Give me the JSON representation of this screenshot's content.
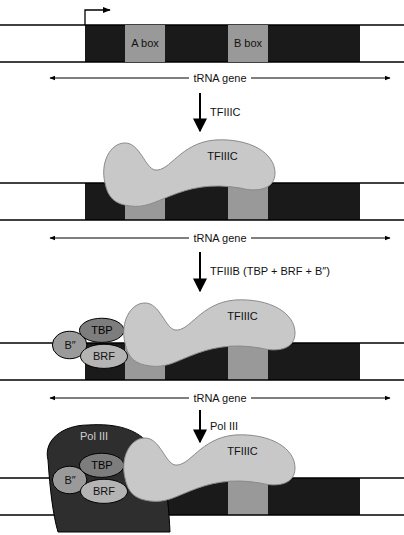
{
  "diagram": {
    "nodes": [
      {
        "text": [
          "A box"
        ]
      },
      {
        "text": [
          "B box"
        ]
      },
      {
        "text": [
          "TFIIIC"
        ]
      },
      {
        "text": [
          "B″"
        ]
      },
      {
        "text": [
          "TBP"
        ]
      },
      {
        "text": [
          "BRF"
        ]
      },
      {
        "text": [
          "TFIIIC"
        ]
      },
      {
        "text": [
          "Pol III"
        ]
      },
      {
        "text": [
          "B″"
        ],
        "in": 7
      },
      {
        "text": [
          "TBP"
        ],
        "in": 7
      },
      {
        "text": [
          "BRF"
        ],
        "in": 7
      },
      {
        "text": [
          "TFIIIC"
        ]
      }
    ],
    "labels": [
      "tRNA gene",
      "TFIIIC",
      "tRNA gene",
      "TFIIIB (TBP + BRF + B″)",
      "tRNA gene",
      "Pol III"
    ]
  }
}
